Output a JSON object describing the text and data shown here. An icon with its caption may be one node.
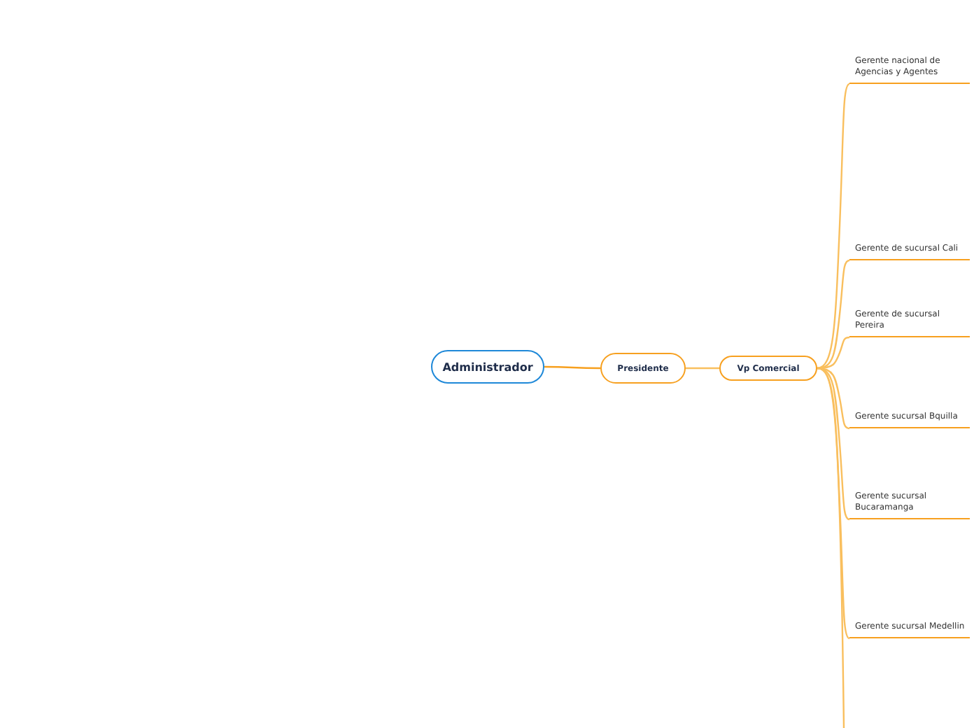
{
  "diagram": {
    "nodes": [
      {
        "text": [
          "Administrador"
        ]
      },
      {
        "text": [
          "Presidente"
        ]
      },
      {
        "text": [
          "Vp Comercial"
        ]
      },
      {
        "text": [
          "Gerente nacional de Agencias y Agentes"
        ]
      },
      {
        "text": [
          "Gerente de sucursal Cali"
        ]
      },
      {
        "text": [
          "Gerente de sucursal Pereira"
        ]
      },
      {
        "text": [
          "Gerente sucursal Bquilla"
        ]
      },
      {
        "text": [
          "Gerente sucursal Bucaramanga"
        ]
      },
      {
        "text": [
          "Gerente sucursal Medellin"
        ]
      }
    ],
    "edges": [
      {
        "from": 0,
        "to": 1,
        "arrow": "none"
      },
      {
        "from": 1,
        "to": 2,
        "arrow": "none"
      },
      {
        "from": 2,
        "to": 3,
        "arrow": "none"
      },
      {
        "from": 2,
        "to": 4,
        "arrow": "none"
      },
      {
        "from": 2,
        "to": 5,
        "arrow": "none"
      },
      {
        "from": 2,
        "to": 6,
        "arrow": "none"
      },
      {
        "from": 2,
        "to": 7,
        "arrow": "none"
      },
      {
        "from": 2,
        "to": 8,
        "arrow": "none"
      },
      {
        "from": 2,
        "to": null,
        "arrow": "none"
      }
    ]
  }
}
